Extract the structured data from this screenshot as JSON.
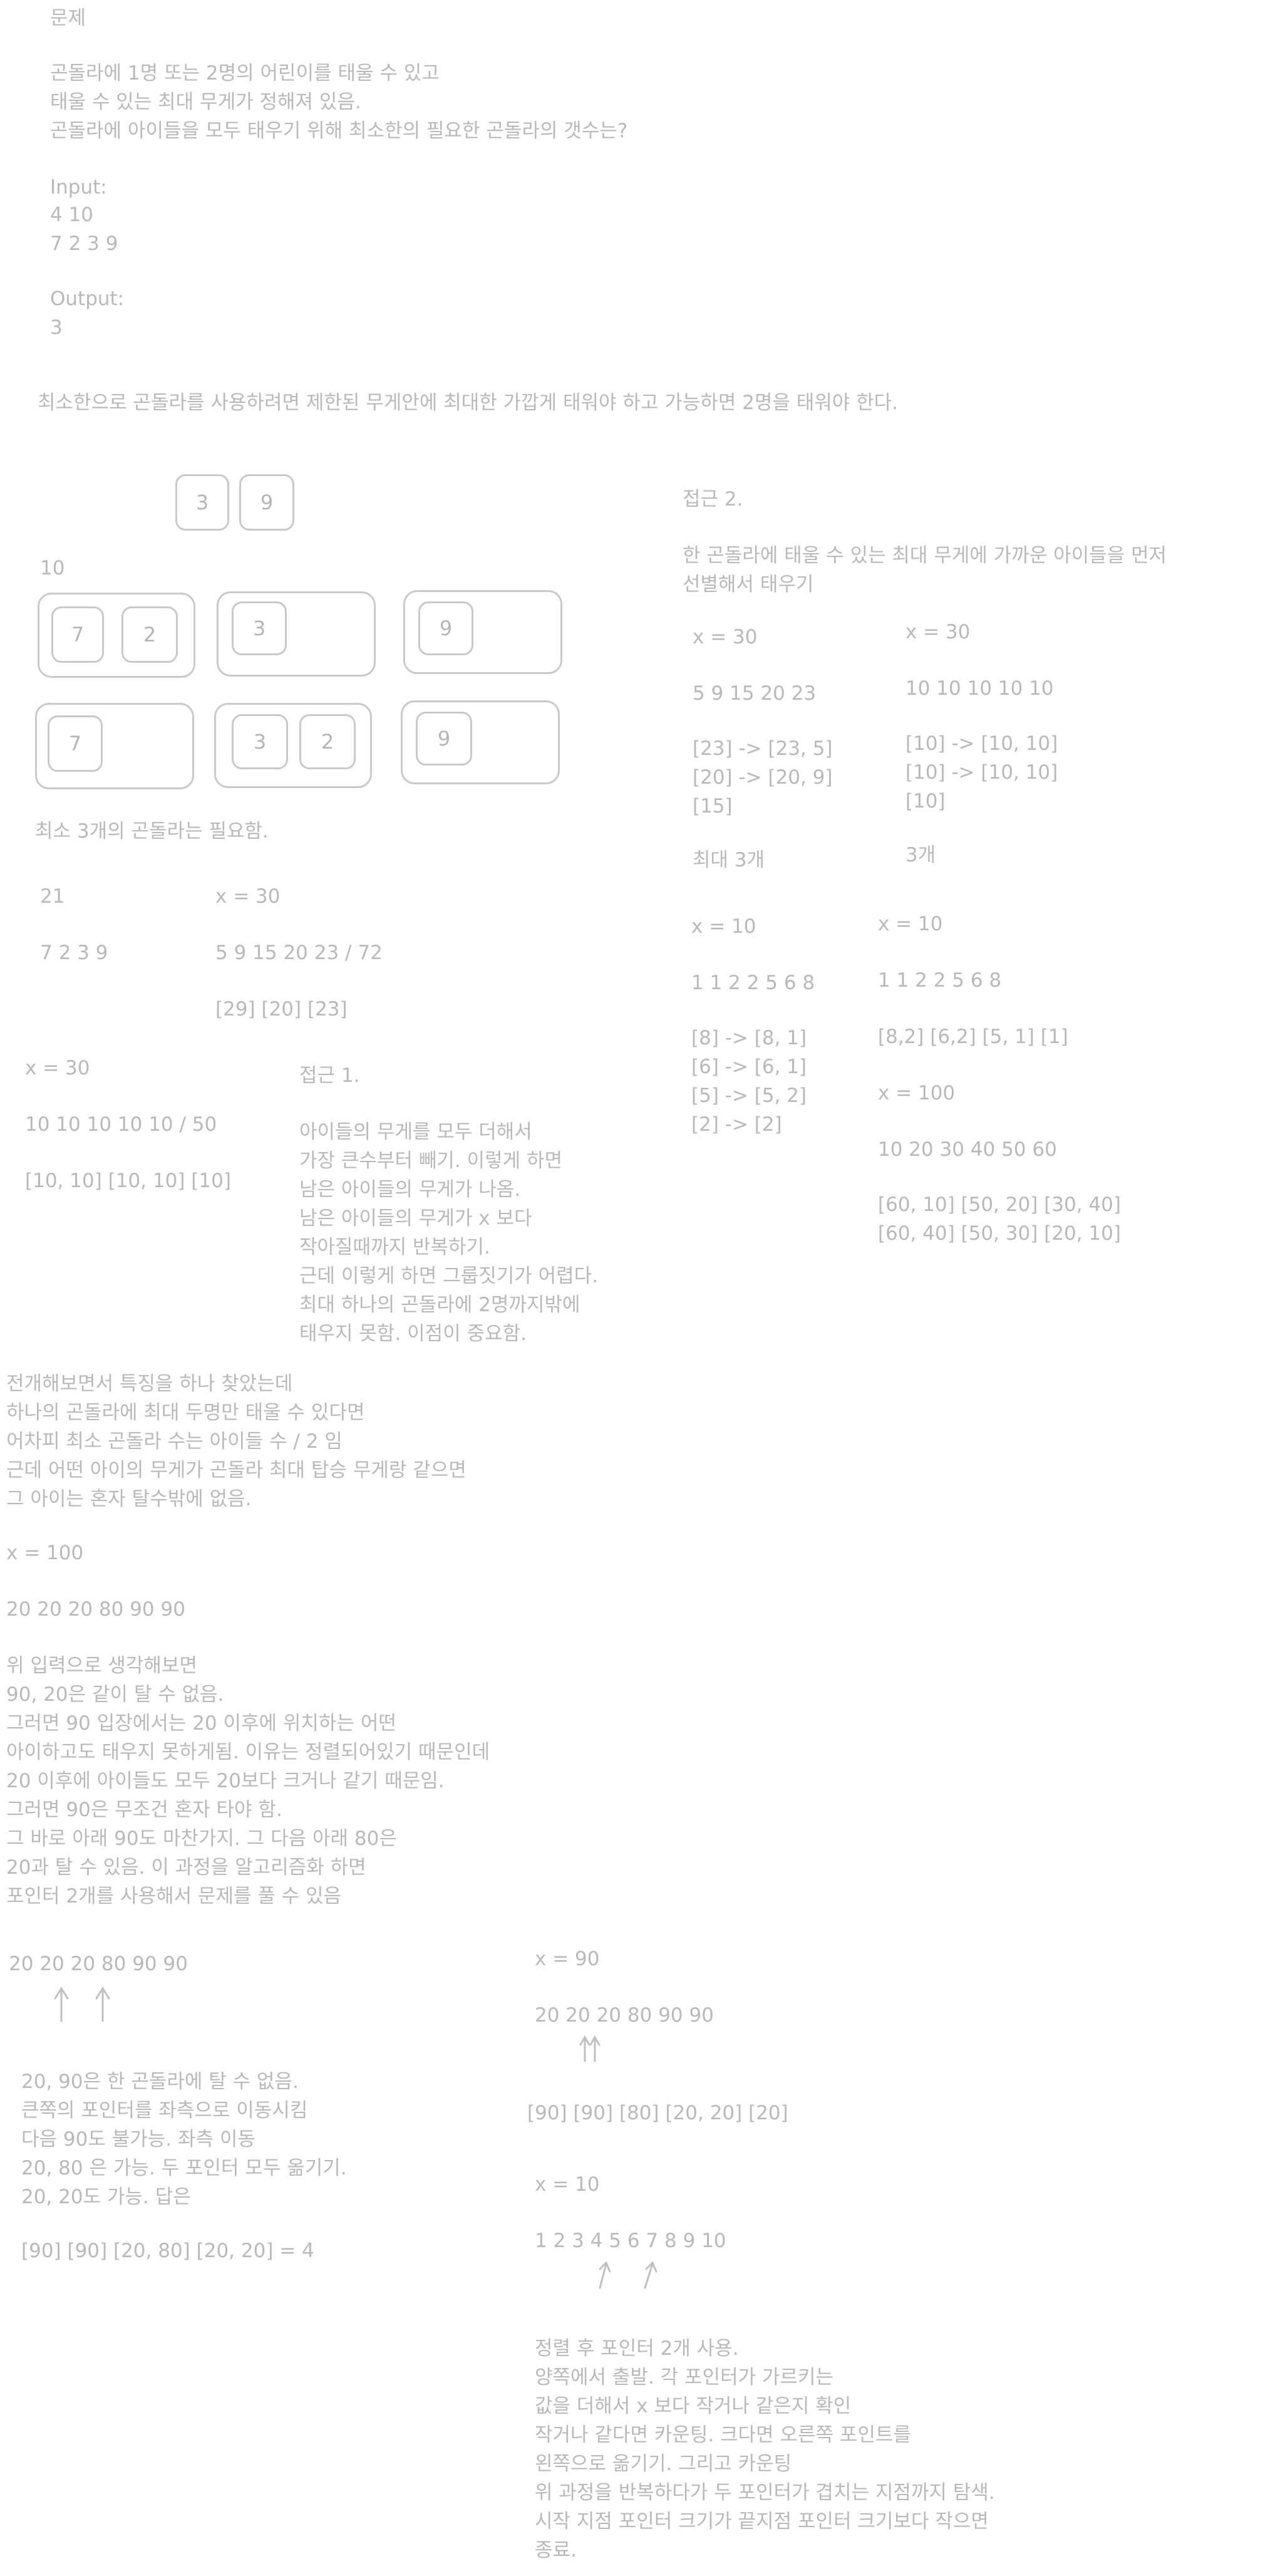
{
  "intro": {
    "heading": "문제",
    "problem_lines": "곤돌라에 1명 또는 2명의 어린이를 태울 수 있고\n태울 수 있는 최대 무게가 정해져 있음.\n곤돌라에 아이들을 모두 태우기 위해 최소한의 필요한 곤돌라의 갯수는?",
    "input_label": "Input:",
    "input_lines": "4 10\n7 2 3 9",
    "output_label": "Output:",
    "output_value": "3",
    "insight": "최소한으로 곤돌라를 사용하려면 제한된 무게안에 최대한 가깝게 태워야 하고 가능하면 2명을 태워야 한다."
  },
  "diagram": {
    "top_kids": [
      "3",
      "9"
    ],
    "limit": "10",
    "row1": [
      [
        "7",
        "2"
      ],
      [
        "3"
      ],
      [
        "9"
      ]
    ],
    "row2": [
      [
        "7"
      ],
      [
        "3",
        "2"
      ],
      [
        "9"
      ]
    ],
    "caption": "최소 3개의 곤돌라는 필요함."
  },
  "notes_left": {
    "sum": "21",
    "kids": "7 2 3 9",
    "x30": "x = 30",
    "list": "5 9 15 20 23 / 72",
    "groups": "[29] [20] [23]",
    "x30b": "x = 30",
    "tens": "10 10 10 10 10 / 50",
    "tens_groups": "[10, 10] [10, 10] [10]",
    "approach1_title": "접근 1.",
    "approach1_body": "아이들의 무게를 모두 더해서\n가장 큰수부터 빼기. 이렇게 하면\n남은 아이들의 무게가 나옴.\n남은 아이들의 무게가 x 보다\n작아질때까지 반복하기.\n근데 이렇게 하면 그룹짓기가 어렵다.\n최대 하나의 곤돌라에 2명까지밖에\n태우지 못함. 이점이 중요함."
  },
  "approach2": {
    "title": "접근 2.",
    "desc": "한 곤돌라에 태울 수 있는 최대 무게에 가까운 아이들을 먼저\n선별해서 태우기",
    "ex1_x": "x = 30",
    "ex1_list": "5 9 15 20 23",
    "ex1_steps": "[23] -> [23, 5]\n[20] -> [20, 9]\n[15]",
    "ex1_result": "최대 3개",
    "ex2_x": "x = 30",
    "ex2_list": "10 10 10 10 10",
    "ex2_steps": "[10] -> [10, 10]\n[10] -> [10, 10]\n[10]",
    "ex2_result": "3개",
    "ex3_x": "x = 10",
    "ex3_list": "1 1 2 2 5 6 8",
    "ex3_steps": "[8] -> [8, 1]\n[6] -> [6, 1]\n[5] -> [5, 2]\n[2] -> [2]",
    "ex4_x": "x = 10",
    "ex4_list": "1 1 2 2 5 6 8",
    "ex4_groups": "[8,2] [6,2] [5, 1] [1]",
    "ex5_x": "x = 100",
    "ex5_list": "10 20 30 40 50 60",
    "ex5_groups": "[60, 10] [50, 20] [30, 40]\n[60, 40] [50, 30] [20, 10]"
  },
  "discovery": {
    "lines": "전개해보면서 특징을 하나 찾았는데\n하나의 곤돌라에 최대 두명만 태울 수 있다면\n어차피 최소 곤돌라 수는 아이들 수 / 2 임\n근데 어떤 아이의 무게가 곤돌라 최대 탑승 무게랑 같으면\n그 아이는 혼자 탈수밖에 없음.",
    "x": "x = 100",
    "list": "20 20 20 80 90 90",
    "reasoning": "위 입력으로 생각해보면\n90, 20은 같이 탈 수 없음.\n그러면 90 입장에서는 20 이후에 위치하는 어떤\n아이하고도 태우지 못하게됨. 이유는 정렬되어있기 때문인데\n20 이후에 아이들도 모두 20보다 크거나 같기 때문임.\n그러면 90은 무조건 혼자 타야 함.\n그 바로 아래 90도 마찬가지. 그 다음 아래 80은\n20과 탈 수 있음. 이 과정을 알고리즘화 하면\n포인터 2개를 사용해서 문제를 풀 수 있음"
  },
  "pointer_left": {
    "list": "20 20 20 80 90 90",
    "explain": "20, 90은 한 곤돌라에 탈 수 없음.\n큰쪽의 포인터를 좌측으로 이동시킴\n다음 90도 불가능. 좌측 이동\n20, 80 은 가능. 두 포인터 모두 옮기기.\n20, 20도 가능. 답은",
    "answer": "[90] [90] [20, 80] [20, 20] = 4"
  },
  "pointer_right": {
    "x90": "x = 90",
    "list90": "20 20 20 80 90 90",
    "groups90": "[90] [90] [80] [20, 20] [20]",
    "x10": "x = 10",
    "list10": "1 2 3 4 5 6 7 8 9 10",
    "algorithm": "정렬 후 포인터 2개 사용.\n양쪽에서 출발. 각 포인터가 가르키는\n값을 더해서 x 보다 작거나 같은지 확인\n작거나 같다면 카운팅. 크다면 오른쪽 포인트를\n왼쪽으로 옮기기. 그리고 카운팅\n위 과정을 반복하다가 두 포인터가 겹치는 지점까지 탐색.\n시작 지점 포인터 크기가 끝지점 포인터 크기보다 작으면\n종료."
  }
}
